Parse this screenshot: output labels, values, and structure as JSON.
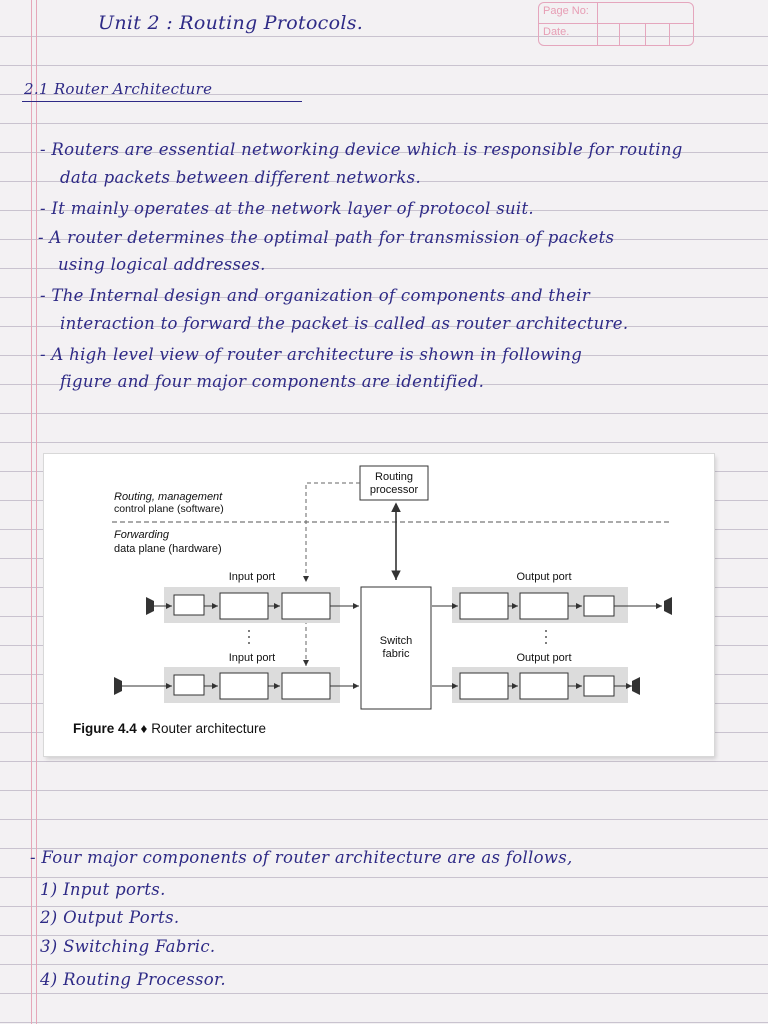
{
  "header": {
    "title": "Unit 2 : Routing Protocols.",
    "page_no_label": "Page No:",
    "date_label": "Date."
  },
  "section": {
    "heading": "2.1 Router Architecture",
    "lines": [
      "- Routers are essential networking device which is responsible for routing",
      "data packets between different networks.",
      "- It mainly operates at the network layer of protocol suit.",
      "- A router determines the optimal path for transmission of packets",
      "using logical addresses.",
      "- The Internal design and organization of components and their",
      "interaction to forward the packet is called as router architecture.",
      "- A high level view of router architecture is shown in following",
      "figure and four major components are identified."
    ]
  },
  "figure": {
    "routing_processor": [
      "Routing",
      "processor"
    ],
    "control_plane": [
      "Routing, management",
      "control plane (software)"
    ],
    "data_plane": [
      "Forwarding",
      "data plane (hardware)"
    ],
    "input_port_top": "Input port",
    "input_port_bottom": "Input port",
    "output_port_top": "Output port",
    "output_port_bottom": "Output port",
    "switch_fabric": [
      "Switch",
      "fabric"
    ],
    "caption_number": "Figure 4.4",
    "caption_bullet": "♦",
    "caption_text": "Router architecture"
  },
  "components": {
    "intro": "- Four major components of router architecture are as follows,",
    "items": [
      "1) Input ports.",
      "2) Output Ports.",
      "3) Switching Fabric.",
      "4) Routing Processor."
    ]
  }
}
